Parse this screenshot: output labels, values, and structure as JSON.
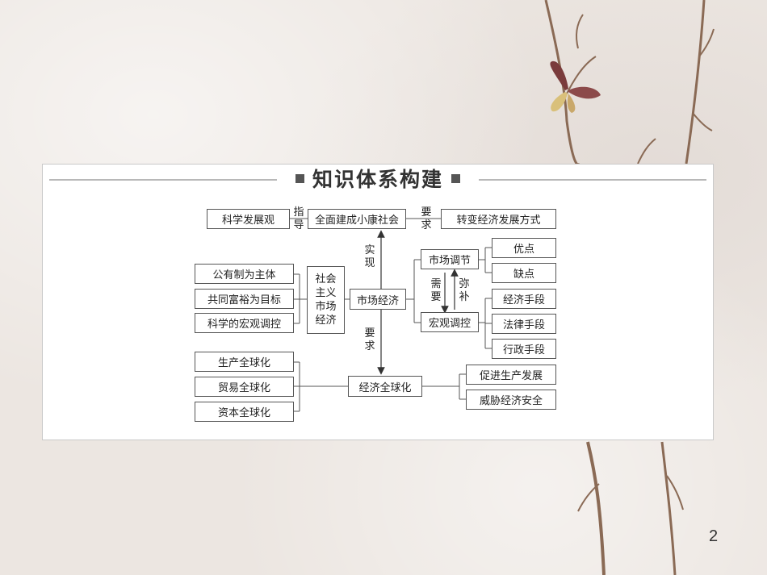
{
  "title": "知识体系构建",
  "page_number": "2",
  "nodes": {
    "kexue_fazhan": "科学发展观",
    "xiaokang": "全面建成小康社会",
    "zhuanbian": "转变经济发展方式",
    "gongyouzhi": "公有制为主体",
    "gongtong_fuyu": "共同富裕为目标",
    "hongguan_tiaokong_sci": "科学的宏观调控",
    "shehui_zhuyi": [
      "社会",
      "主义",
      "市场",
      "经济"
    ],
    "shichang_jingji": "市场经济",
    "shichang_tiaojie": "市场调节",
    "youdian": "优点",
    "quedian": "缺点",
    "hongguan_tiaokong": "宏观调控",
    "jingji_shouduan": "经济手段",
    "falv_shouduan": "法律手段",
    "xingzheng_shouduan": "行政手段",
    "shengchan_qqh": "生产全球化",
    "maoyi_qqh": "贸易全球化",
    "ziben_qqh": "资本全球化",
    "jingji_qqh": "经济全球化",
    "cujin": "促进生产发展",
    "weixie": "威胁经济安全"
  },
  "labels": {
    "zhidao": [
      "指",
      "导"
    ],
    "yaoqiu_top": [
      "要",
      "求"
    ],
    "shixian": [
      "实",
      "现"
    ],
    "xuyao": [
      "需",
      "要"
    ],
    "mibu": [
      "弥",
      "补"
    ],
    "yaoqiu_mid": [
      "要",
      "求"
    ]
  }
}
